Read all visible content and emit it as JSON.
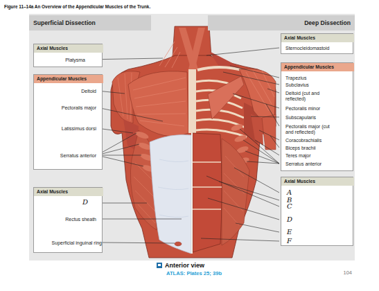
{
  "diagram": {
    "title": "Figure 11–14a An Overview of the Appendicular Muscles of the Trunk.",
    "nodes": [
      {
        "text": [
          "Superficial Dissection"
        ]
      },
      {
        "text": [
          "Deep Dissection"
        ]
      },
      {
        "text": [
          "Axial Muscles",
          "Platysma"
        ]
      },
      {
        "text": [
          "Appendicular Muscles",
          "Deltoid",
          "Pectoralis major",
          "Latissimus dorsi",
          "Serratus anterior"
        ]
      },
      {
        "text": [
          "Axial Muscles",
          "D",
          "Rectus sheath",
          "Superficial inguinal ring"
        ]
      },
      {
        "text": [
          "Axial Muscles",
          "Sternocleidomastoid"
        ]
      },
      {
        "text": [
          "Appendicular Muscles",
          "Trapezius",
          "Subclavius",
          "Deltoid (cut and reflected)",
          "Pectoralis minor",
          "Subscapularis",
          "Pectoralis major (cut and reflected)",
          "Coracobrachialis",
          "Biceps brachii",
          "Teres major",
          "Serratus anterior"
        ]
      },
      {
        "text": [
          "Axial Muscles",
          "A",
          "B",
          "C",
          "D",
          "E",
          "F"
        ]
      }
    ],
    "labels": [
      "Anterior view",
      "ATLAS: Plates 25; 39b",
      "104"
    ]
  }
}
